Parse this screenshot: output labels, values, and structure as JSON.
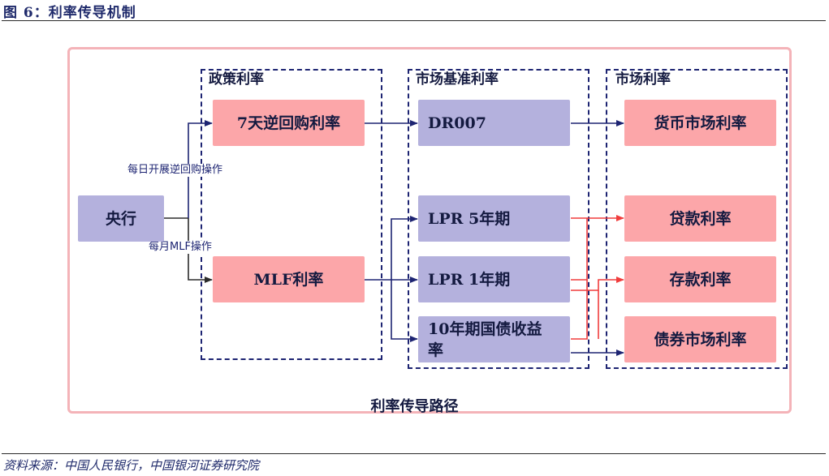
{
  "figure": {
    "title": "图 6：利率传导机制",
    "source": "资料来源：中国人民银行，中国银河证券研究院"
  },
  "diagram": {
    "central_bank": "央行",
    "groups": {
      "policy": "政策利率",
      "benchmark": "市场基准利率",
      "market": "市场利率"
    },
    "policy_rates": {
      "reverse_repo": "7天逆回购利率",
      "mlf": "MLF利率"
    },
    "benchmark_rates": {
      "dr007": "DR007",
      "lpr5": "LPR 5年期",
      "lpr1": "LPR 1年期",
      "gov_bond": "10年期国债收益率"
    },
    "market_rates": {
      "money_market": "货币市场利率",
      "loan": "贷款利率",
      "deposit": "存款利率",
      "bond_market": "债券市场利率"
    },
    "edge_labels": {
      "daily": "每日开展逆回购操作",
      "monthly": "每月MLF操作"
    },
    "footer": "利率传导路径",
    "colors": {
      "policy_box": "#fca6a9",
      "benchmark_box": "#b4b1dd",
      "arrow_navy": "#1d2472",
      "arrow_red": "#f03c3c",
      "border_pink": "#f4b3b8"
    }
  }
}
